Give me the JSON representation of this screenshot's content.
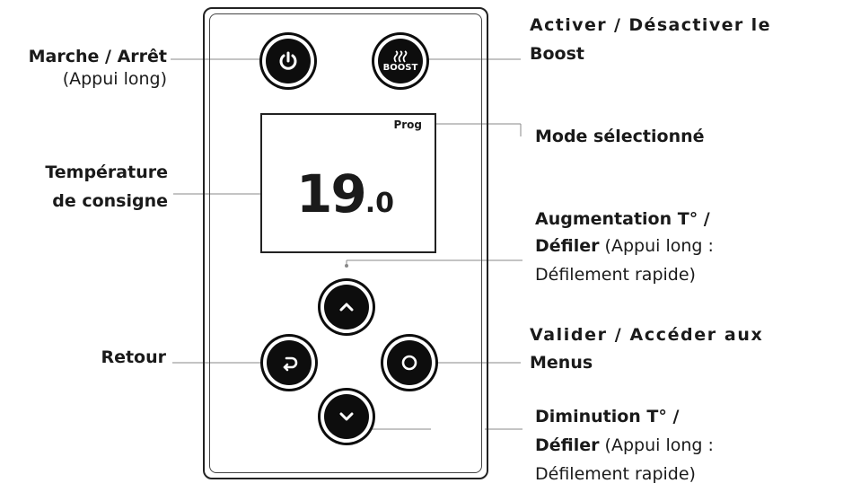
{
  "screen": {
    "mode": "Prog",
    "temp_int": "19",
    "temp_dec": ".0"
  },
  "buttons": {
    "boost_text": "BOOST"
  },
  "labels": {
    "power_title": "Marche / Arrêt",
    "power_sub": "(Appui long)",
    "temperature_line1": "Température",
    "temperature_line2": "de consigne",
    "back": "Retour",
    "boost_line1": "Activer / Désactiver le",
    "boost_line2": "Boost",
    "mode": "Mode sélectionné",
    "up_line1": "Augmentation T° /",
    "up_line2_bold": "Défiler",
    "up_line2_normal": " (Appui long :",
    "up_line3": "Défilement rapide)",
    "ok_line1": "Valider / Accéder aux",
    "ok_line2": "Menus",
    "down_line1": "Diminution T° /",
    "down_line2_bold": "Défiler",
    "down_line2_normal": " (Appui long :",
    "down_line3": "Défilement rapide)"
  }
}
